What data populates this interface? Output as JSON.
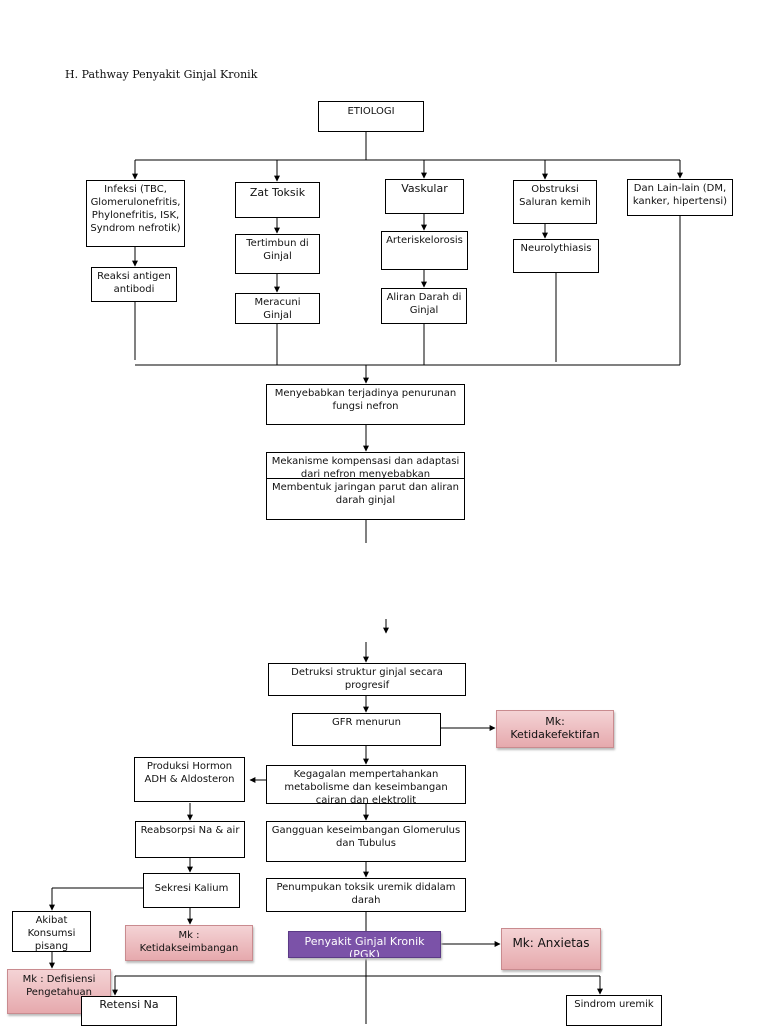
{
  "title": "H.  Pathway Penyakit Ginjal Kronik",
  "boxes": {
    "etiologi": "ETIOLOGI",
    "infeksi": "Infeksi (TBC, Glomerulonefritis, Phylonefritis, ISK, Syndrom nefrotik)",
    "zat_toksik": "Zat Toksik",
    "vaskular": "Vaskular",
    "obstruksi": "Obstruksi Saluran kemih",
    "lain_lain": "Dan Lain-lain (DM, kanker, hipertensi)",
    "reaksi": "Reaksi antigen antibodi",
    "tertimbun": "Tertimbun di Ginjal",
    "meracuni": "Meracuni Ginjal",
    "arterisklerosis": "Arteriskelorosis",
    "aliran_darah": "Aliran Darah di Ginjal",
    "neurolythiasis": "Neurolythiasis",
    "penurunan_fungsi": "Menyebabkan terjadinya penurunan fungsi nefron",
    "mekanisme": "Mekanisme kompensasi dan adaptasi dari nefron menyebabkan",
    "jaringan_parut": "Membentuk jaringan parut dan aliran darah ginjal",
    "detruksi": "Detruksi struktur ginjal secara progresif",
    "gfr": "GFR menurun",
    "mk_ketidakefektifan": "Mk: Ketidakefektifan",
    "produksi_hormon": "Produksi Hormon ADH & Aldosteron",
    "kegagalan": "Kegagalan mempertahankan metabolisme dan keseimbangan cairan dan elektrolit",
    "reabsorpsi": "Reabsorpsi Na & air",
    "gangguan": "Gangguan keseimbangan Glomerulus dan Tubulus",
    "sekresi_kalium": "Sekresi Kalium",
    "penumpukan": "Penumpukan toksik uremik didalam darah",
    "akibat_konsumsi": "Akibat Konsumsi pisang",
    "mk_ketidakseimbangan": "Mk : Ketidakseimbangan",
    "pgk": "Penyakit Ginjal Kronik (PGK)",
    "mk_anxietas": "Mk: Anxietas",
    "mk_defisiensi": "Mk : Defisiensi Pengetahuan",
    "retensi_na": "Retensi Na",
    "sindrom_uremik": "Sindrom uremik"
  }
}
